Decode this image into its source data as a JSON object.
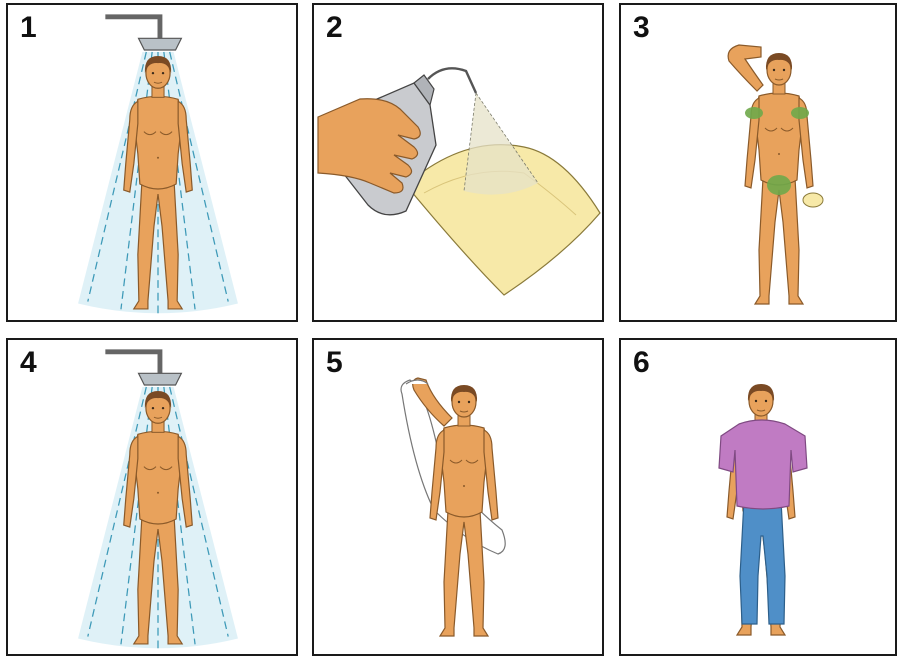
{
  "panels": [
    {
      "number": "1",
      "illustration": "shower-icon"
    },
    {
      "number": "2",
      "illustration": "spray-bottle-icon"
    },
    {
      "number": "3",
      "illustration": "wash-areas-icon"
    },
    {
      "number": "4",
      "illustration": "shower-icon"
    },
    {
      "number": "5",
      "illustration": "towel-dry-icon"
    },
    {
      "number": "6",
      "illustration": "dressed-icon"
    }
  ],
  "colors": {
    "skin": "#E8A25C",
    "skin_outline": "#8A5A2A",
    "hair": "#7A4A24",
    "water": "#6FC0DC",
    "highlight_areas": "#6FA84A",
    "cloth": "#F7E9A8",
    "shirt": "#C07BC3",
    "pants": "#4F8FC8",
    "bottle": "#C9CBCF"
  }
}
